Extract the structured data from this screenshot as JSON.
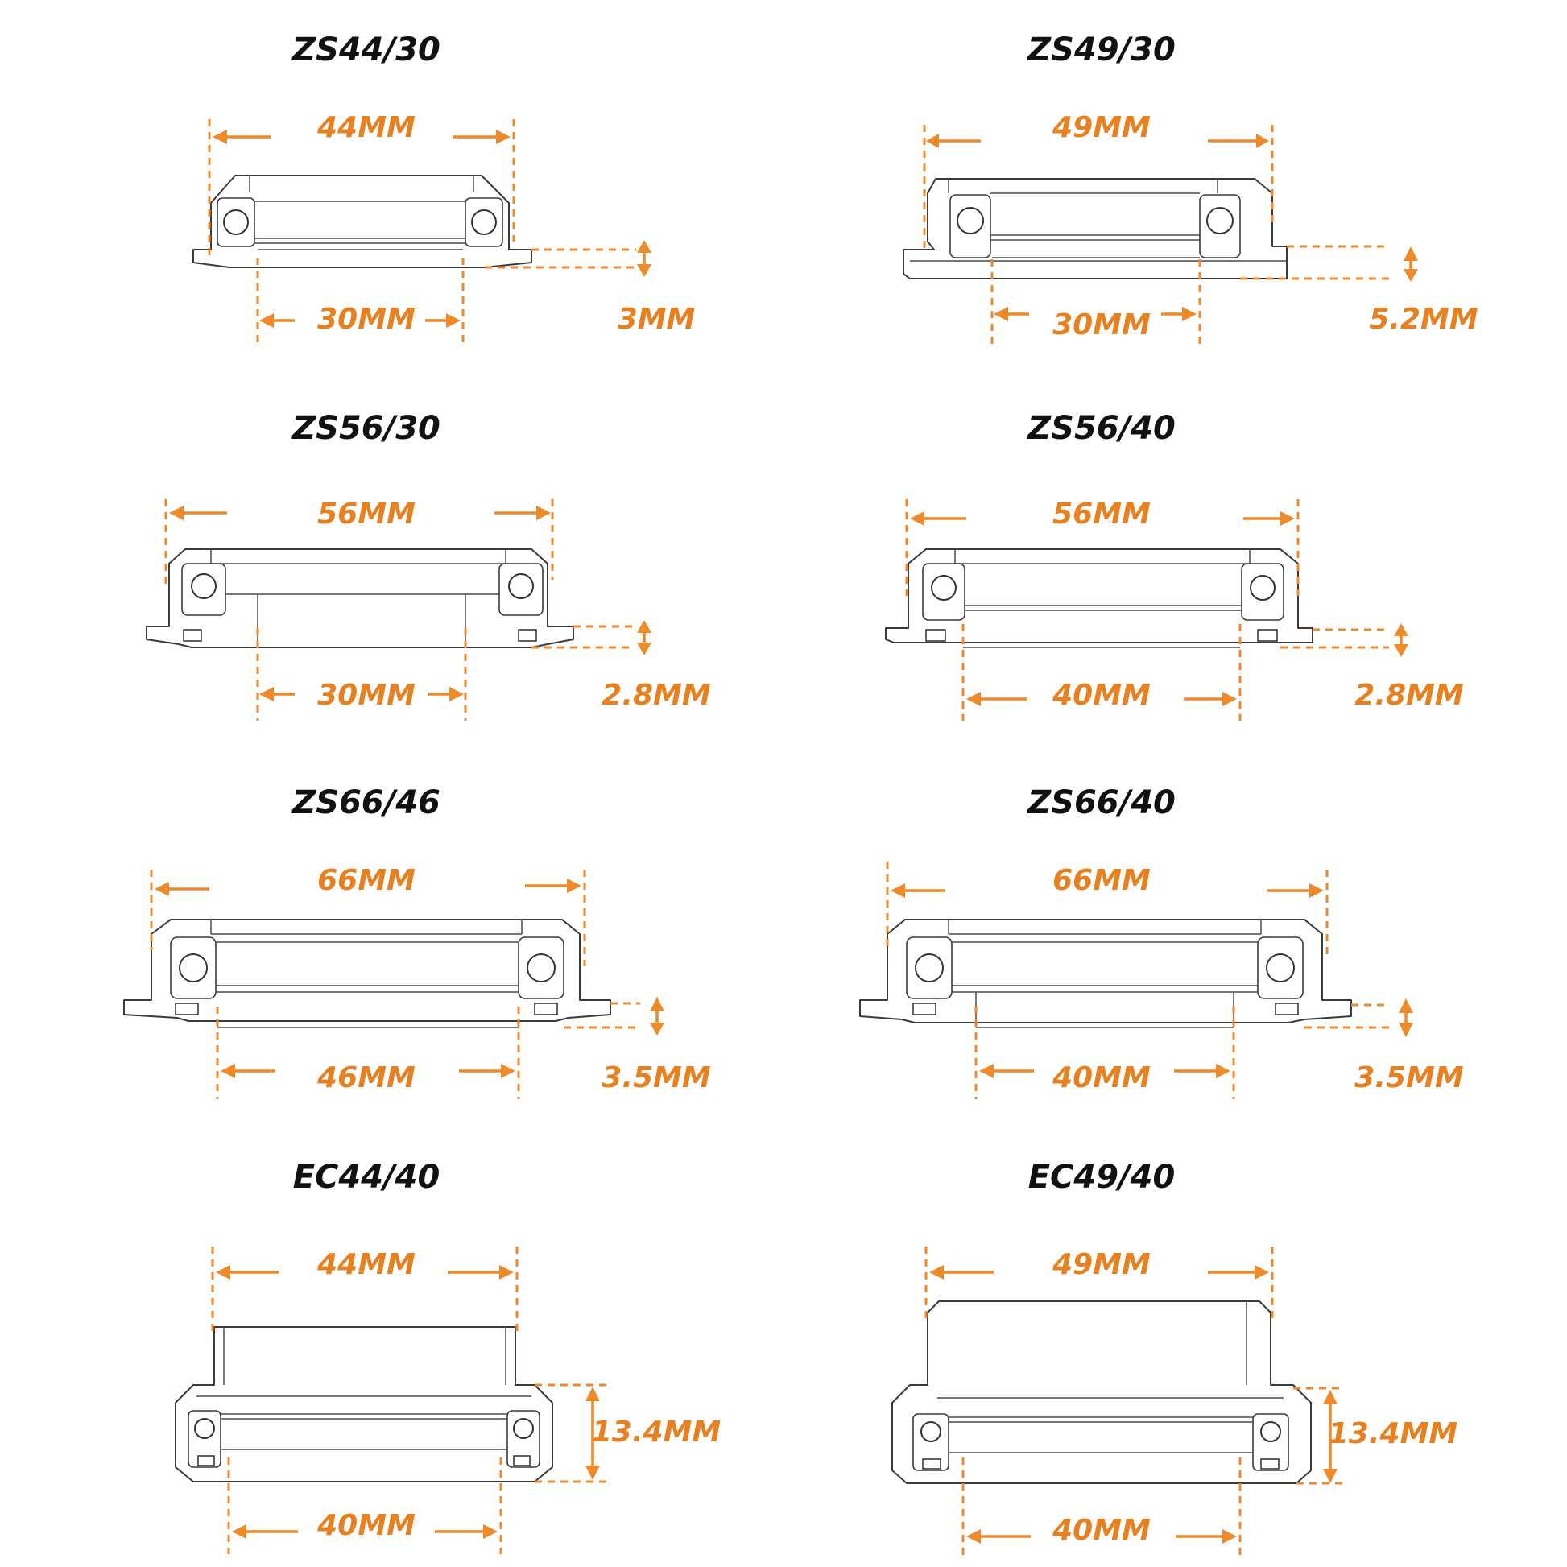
{
  "panels": [
    {
      "title": "ZS44/30",
      "top_dim": "44MM",
      "bottom_dim": "30MM",
      "side_dim": "3MM"
    },
    {
      "title": "ZS49/30",
      "top_dim": "49MM",
      "bottom_dim": "30MM",
      "side_dim": "5.2MM"
    },
    {
      "title": "ZS56/30",
      "top_dim": "56MM",
      "bottom_dim": "30MM",
      "side_dim": "2.8MM"
    },
    {
      "title": "ZS56/40",
      "top_dim": "56MM",
      "bottom_dim": "40MM",
      "side_dim": "2.8MM"
    },
    {
      "title": "ZS66/46",
      "top_dim": "66MM",
      "bottom_dim": "46MM",
      "side_dim": "3.5MM"
    },
    {
      "title": "ZS66/40",
      "top_dim": "66MM",
      "bottom_dim": "40MM",
      "side_dim": "3.5MM"
    },
    {
      "title": "EC44/40",
      "top_dim": "44MM",
      "bottom_dim": "40MM",
      "side_dim": "13.4MM"
    },
    {
      "title": "EC49/40",
      "top_dim": "49MM",
      "bottom_dim": "40MM",
      "side_dim": "13.4MM"
    }
  ],
  "colors": {
    "accent": "#ee8a2a",
    "title": "#111111",
    "outline": "#3a3a3a"
  }
}
